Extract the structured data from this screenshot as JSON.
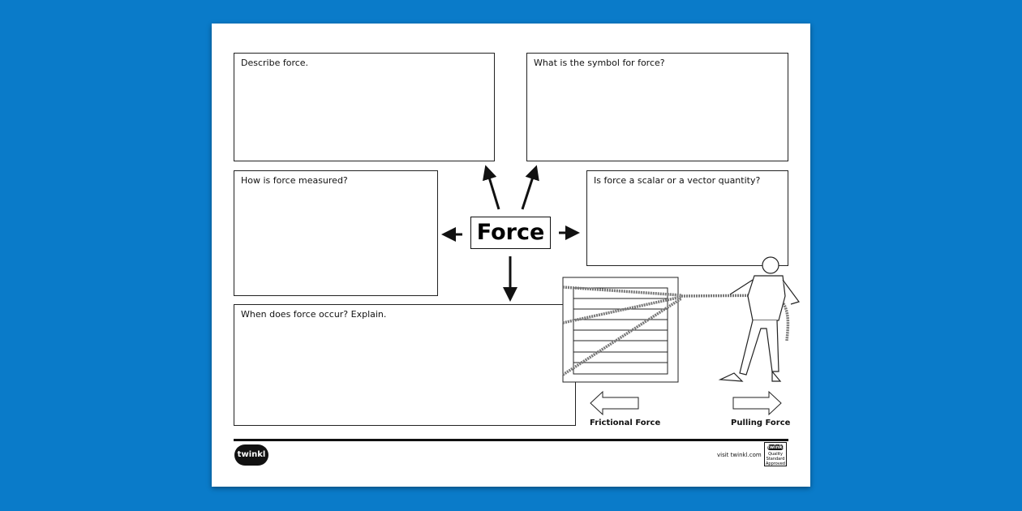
{
  "title": "Force",
  "boxes": [
    {
      "prompt": "Describe force."
    },
    {
      "prompt": "What is the symbol for force?"
    },
    {
      "prompt": "How is force measured?"
    },
    {
      "prompt": "Is force a scalar or a vector quantity?"
    },
    {
      "prompt": "When does force occur? Explain."
    }
  ],
  "illustration": {
    "left_label": "Frictional Force",
    "right_label": "Pulling Force"
  },
  "footer": {
    "logo": "twinkl",
    "visit": "visit twinkl.com",
    "badge": "twinkl",
    "badge_sub": "Quality Standard Approved"
  },
  "colors": {
    "background": "#0a7bc9",
    "paper": "#ffffff",
    "ink": "#111111"
  }
}
